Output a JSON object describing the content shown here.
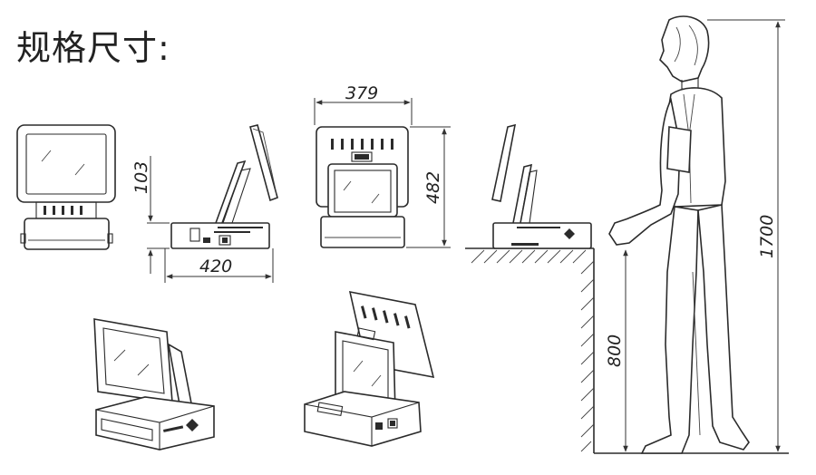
{
  "title": "规格尺寸:",
  "dimensions": {
    "height_small": "103",
    "depth": "420",
    "width": "379",
    "height": "482",
    "person_height": "1700",
    "counter_height": "800"
  }
}
